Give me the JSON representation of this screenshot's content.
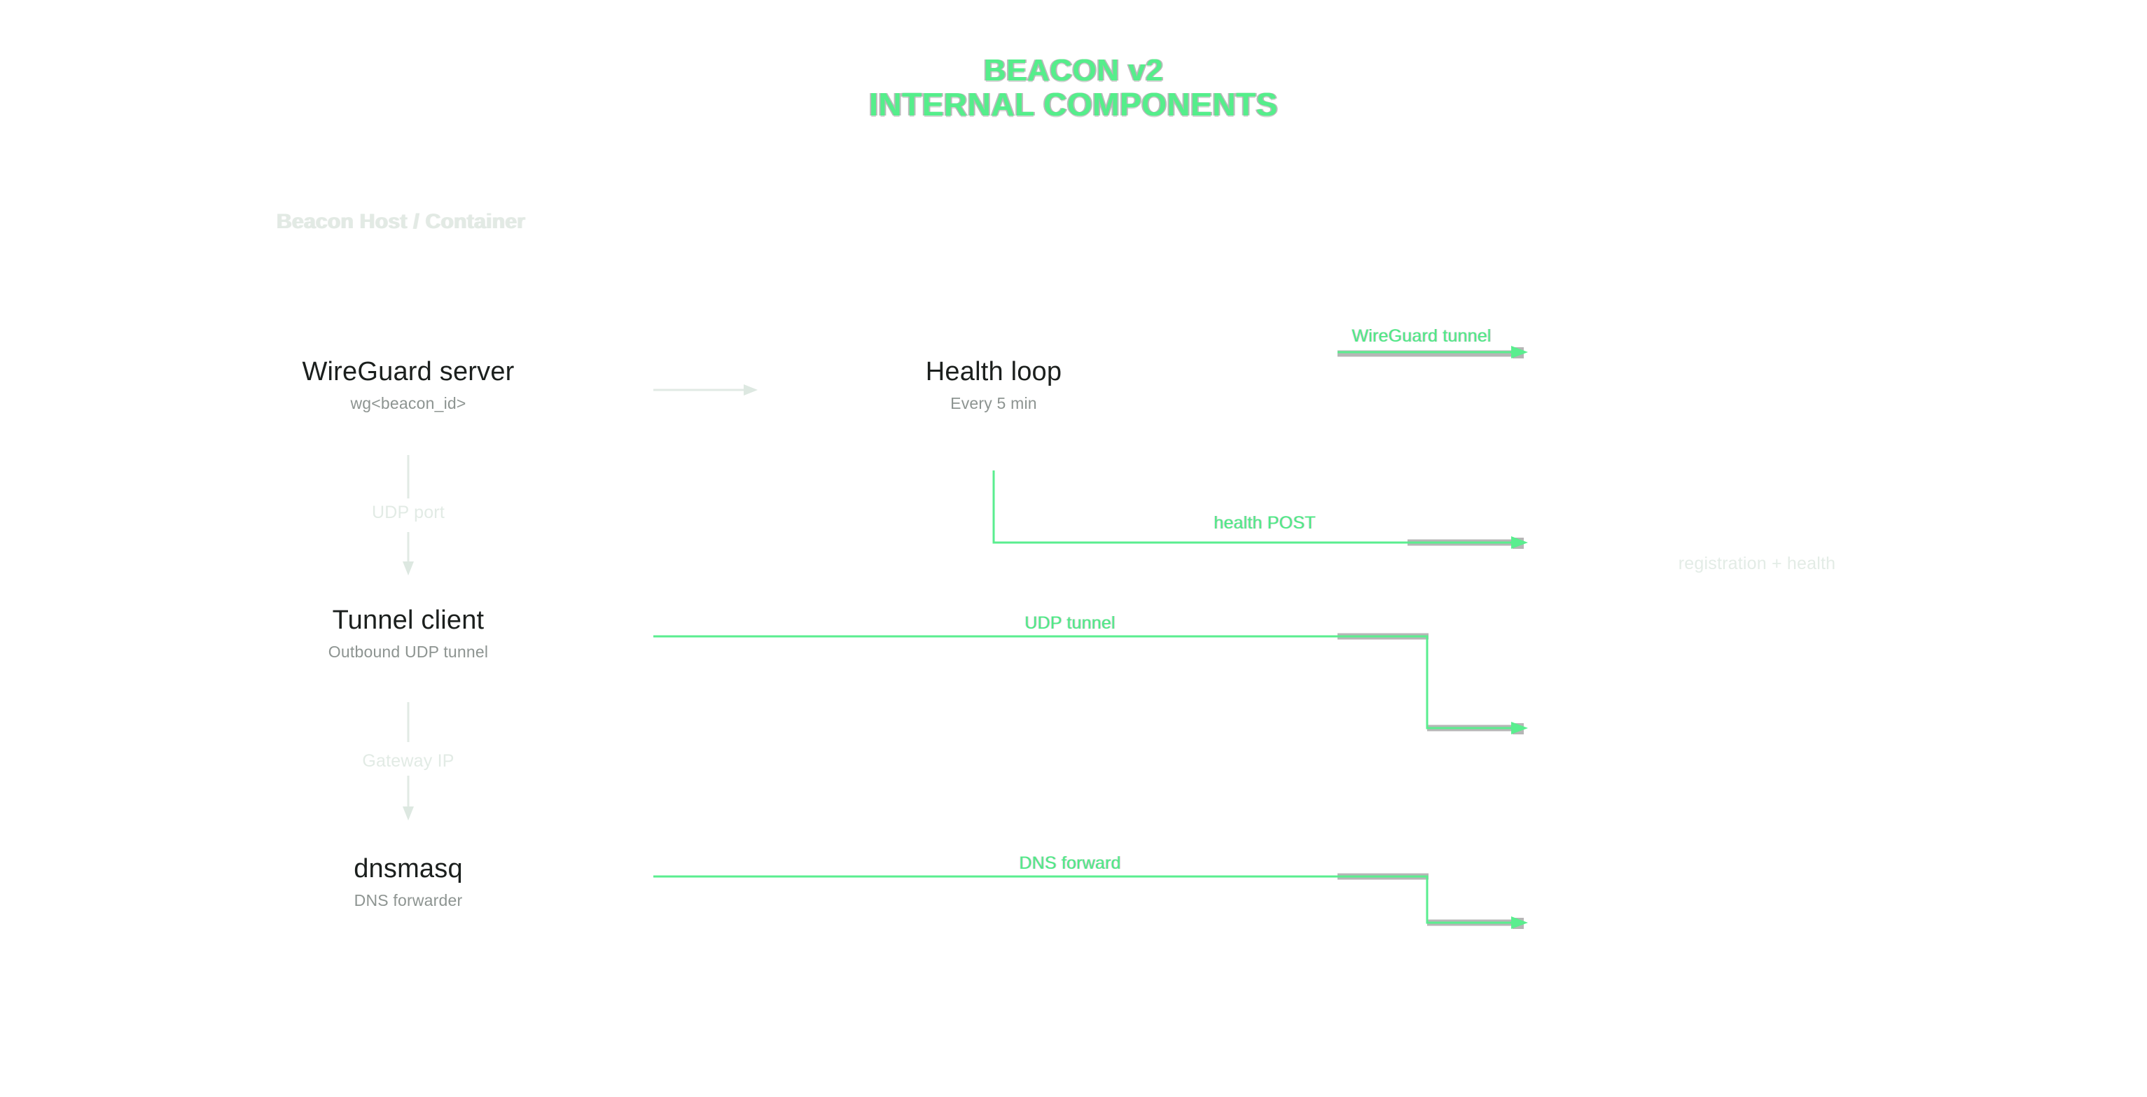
{
  "title": {
    "line1": "BEACON v2",
    "line2": "INTERNAL COMPONENTS",
    "accent_color": "#55ee8b",
    "shadow_color": "#b4b4b4"
  },
  "group": {
    "label": "Beacon Host / Container"
  },
  "nodes": [
    {
      "id": "wireguard-server",
      "title": "WireGuard server",
      "subtitle": "wg<beacon_id>"
    },
    {
      "id": "tunnel-client",
      "title": "Tunnel client",
      "subtitle": "Outbound UDP tunnel"
    },
    {
      "id": "dnsmasq",
      "title": "dnsmasq",
      "subtitle": "DNS forwarder"
    },
    {
      "id": "health-loop",
      "title": "Health loop",
      "subtitle": "Every 5 min"
    }
  ],
  "edges": [
    {
      "id": "udp-port",
      "label": "UDP port",
      "style": "faint"
    },
    {
      "id": "gateway-ip",
      "label": "Gateway IP",
      "style": "faint"
    },
    {
      "id": "health-post",
      "label": "health POST",
      "style": "green"
    },
    {
      "id": "udp-tunnel",
      "label": "UDP tunnel",
      "style": "green"
    },
    {
      "id": "dns-forward",
      "label": "DNS forward",
      "style": "green"
    },
    {
      "id": "wireguard-tunnel",
      "label": "WireGuard tunnel",
      "style": "green"
    },
    {
      "id": "registration-health",
      "label": "registration + health",
      "style": "faint"
    }
  ],
  "colors": {
    "background": "#ffffff",
    "accent_green": "#5aee8f",
    "node_text": "#1b1f1d",
    "node_subtext": "#8d9491",
    "faint": "#e1eae4",
    "wire_shadow": "#b2b2b2"
  }
}
